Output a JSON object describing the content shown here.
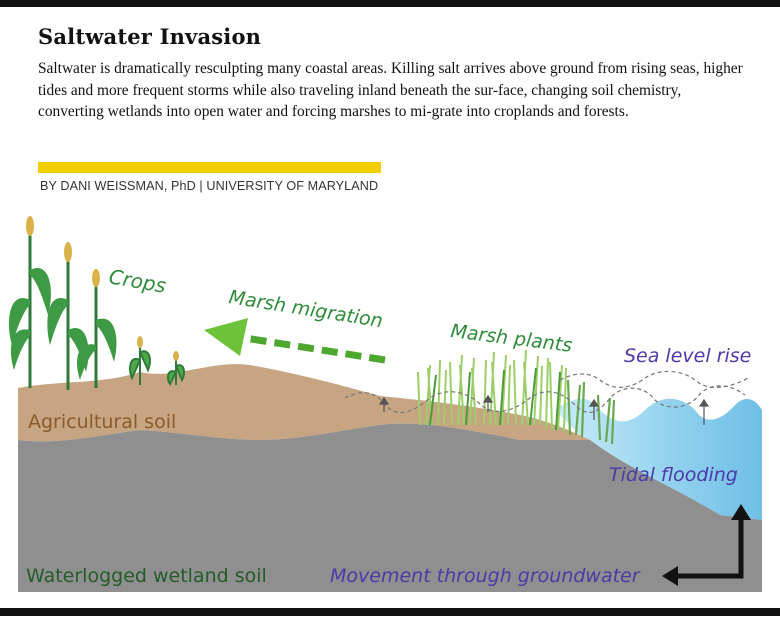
{
  "header": {
    "title": "Saltwater Invasion",
    "description": "Saltwater is dramatically resculpting many coastal areas. Killing salt arrives above ground from rising seas, higher tides and more frequent storms while also traveling inland beneath the sur-face, changing soil chemistry, converting wetlands into open water and forcing marshes to mi-grate into croplands and forests.",
    "byline": "BY DANI WEISSMAN, PhD | UNIVERSITY OF MARYLAND"
  },
  "diagram": {
    "labels": {
      "crops": "Crops",
      "marsh_migration": "Marsh migration",
      "marsh_plants": "Marsh plants",
      "sea_level_rise": "Sea level rise",
      "agricultural_soil": "Agricultural soil",
      "tidal_flooding": "Tidal flooding",
      "waterlogged_soil": "Waterlogged wetland soil",
      "groundwater": "Movement through groundwater"
    },
    "colors": {
      "accent_bar": "#f2cf00",
      "green_label": "#2e8b3a",
      "purple_label": "#4b3aa8",
      "brown_label": "#8b5a2b",
      "dark_green_label": "#245c2a",
      "agricultural_soil": "#c8a582",
      "wetland_soil": "#8f8f8f",
      "water": "#8fd0ee"
    }
  }
}
